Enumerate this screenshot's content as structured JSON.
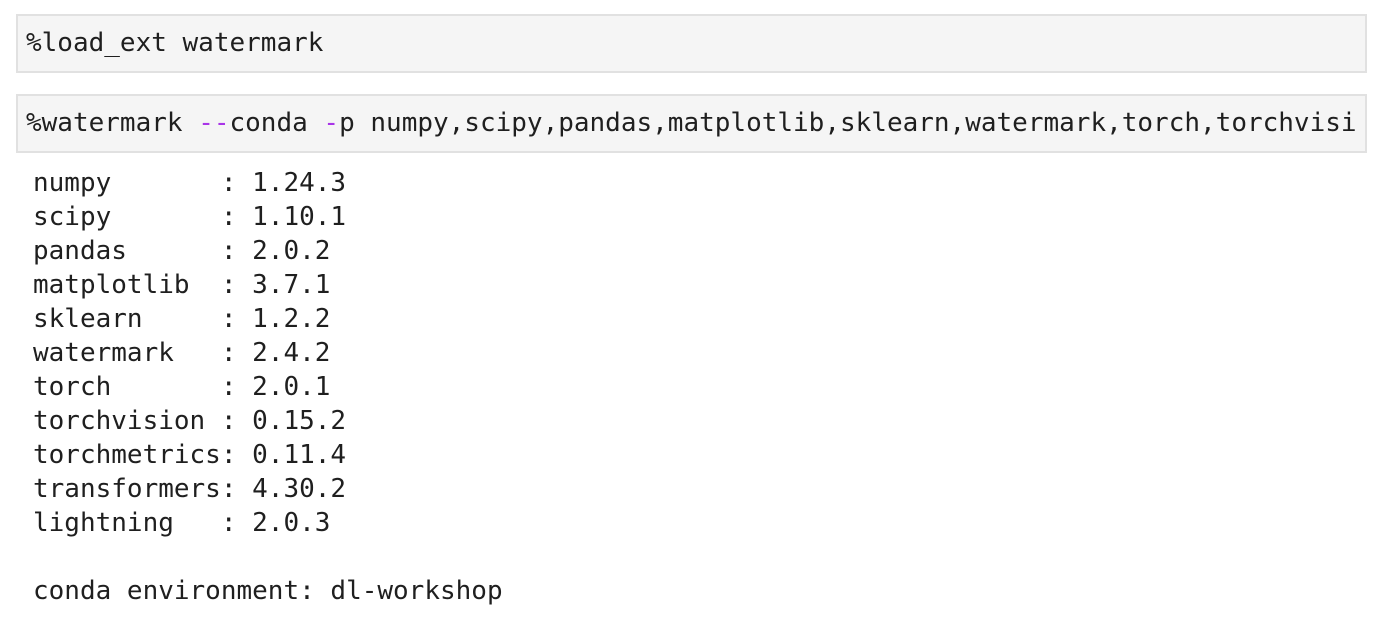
{
  "cells": [
    {
      "source": "%load_ext watermark"
    },
    {
      "tokens": [
        {
          "text": "%watermark ",
          "type": "text"
        },
        {
          "text": "--",
          "type": "flag"
        },
        {
          "text": "conda ",
          "type": "text"
        },
        {
          "text": "-",
          "type": "flag"
        },
        {
          "text": "p numpy,scipy,pandas,matplotlib,sklearn,watermark,torch,torchvisi",
          "type": "text"
        }
      ]
    }
  ],
  "output": {
    "packages": [
      {
        "name": "numpy",
        "version": "1.24.3"
      },
      {
        "name": "scipy",
        "version": "1.10.1"
      },
      {
        "name": "pandas",
        "version": "2.0.2"
      },
      {
        "name": "matplotlib",
        "version": "3.7.1"
      },
      {
        "name": "sklearn",
        "version": "1.2.2"
      },
      {
        "name": "watermark",
        "version": "2.4.2"
      },
      {
        "name": "torch",
        "version": "2.0.1"
      },
      {
        "name": "torchvision",
        "version": "0.15.2"
      },
      {
        "name": "torchmetrics",
        "version": "0.11.4"
      },
      {
        "name": "transformers",
        "version": "4.30.2"
      },
      {
        "name": "lightning",
        "version": "2.0.3"
      }
    ],
    "name_column_width": 12,
    "separator": ": ",
    "conda_env_label": "conda environment",
    "conda_env_value": "dl-workshop"
  },
  "colors": {
    "cell_background": "#f5f5f5",
    "cell_border": "#e1e1e1",
    "code_text": "#1f1f1f",
    "flag_operator": "#a935e8",
    "output_text": "#1f1f1f"
  }
}
